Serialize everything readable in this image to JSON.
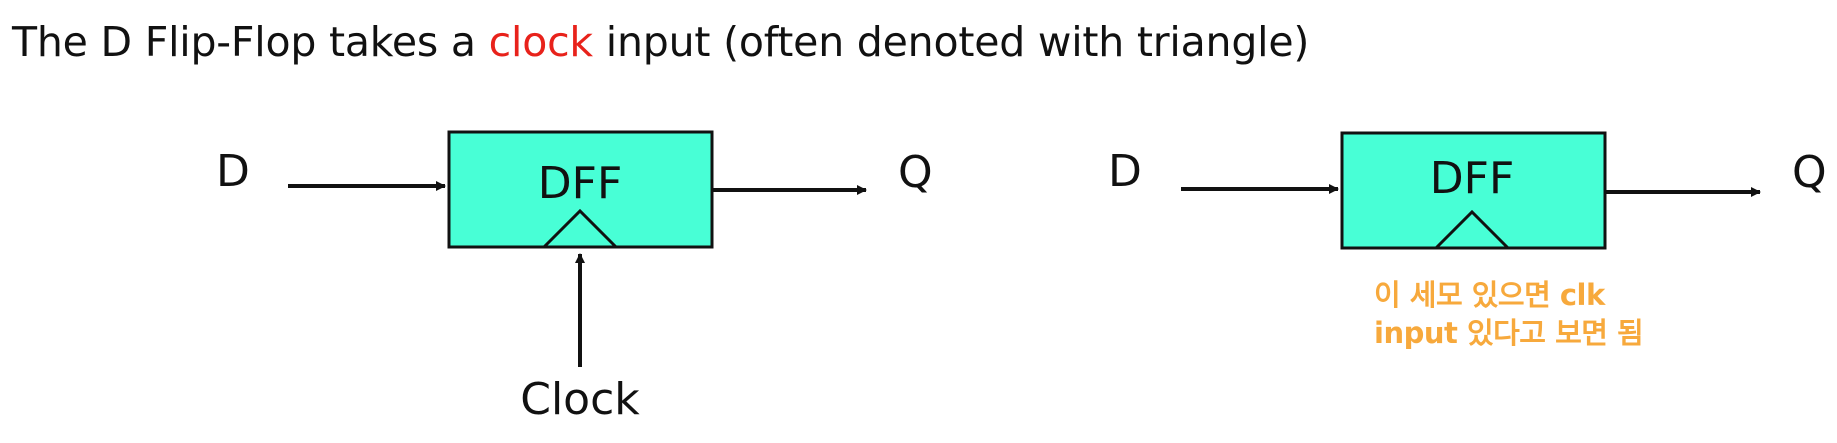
{
  "heading": {
    "before": "The D Flip-Flop takes a ",
    "highlight": "clock",
    "after": " input (often denoted with triangle)",
    "text_color": "#111111",
    "highlight_color": "#e8221b"
  },
  "diagram_left": {
    "input_label": "D",
    "block_label": "DFF",
    "output_label": "Q",
    "clock_label": "Clock"
  },
  "diagram_right": {
    "input_label": "D",
    "block_label": "DFF",
    "output_label": "Q"
  },
  "annotation": {
    "lines": [
      "이 세모 있으면 clk",
      "input 있다고 보면 됨"
    ],
    "color": "#f7a93c"
  },
  "colors": {
    "block_fill": "#48ffd6",
    "stroke": "#111111"
  }
}
